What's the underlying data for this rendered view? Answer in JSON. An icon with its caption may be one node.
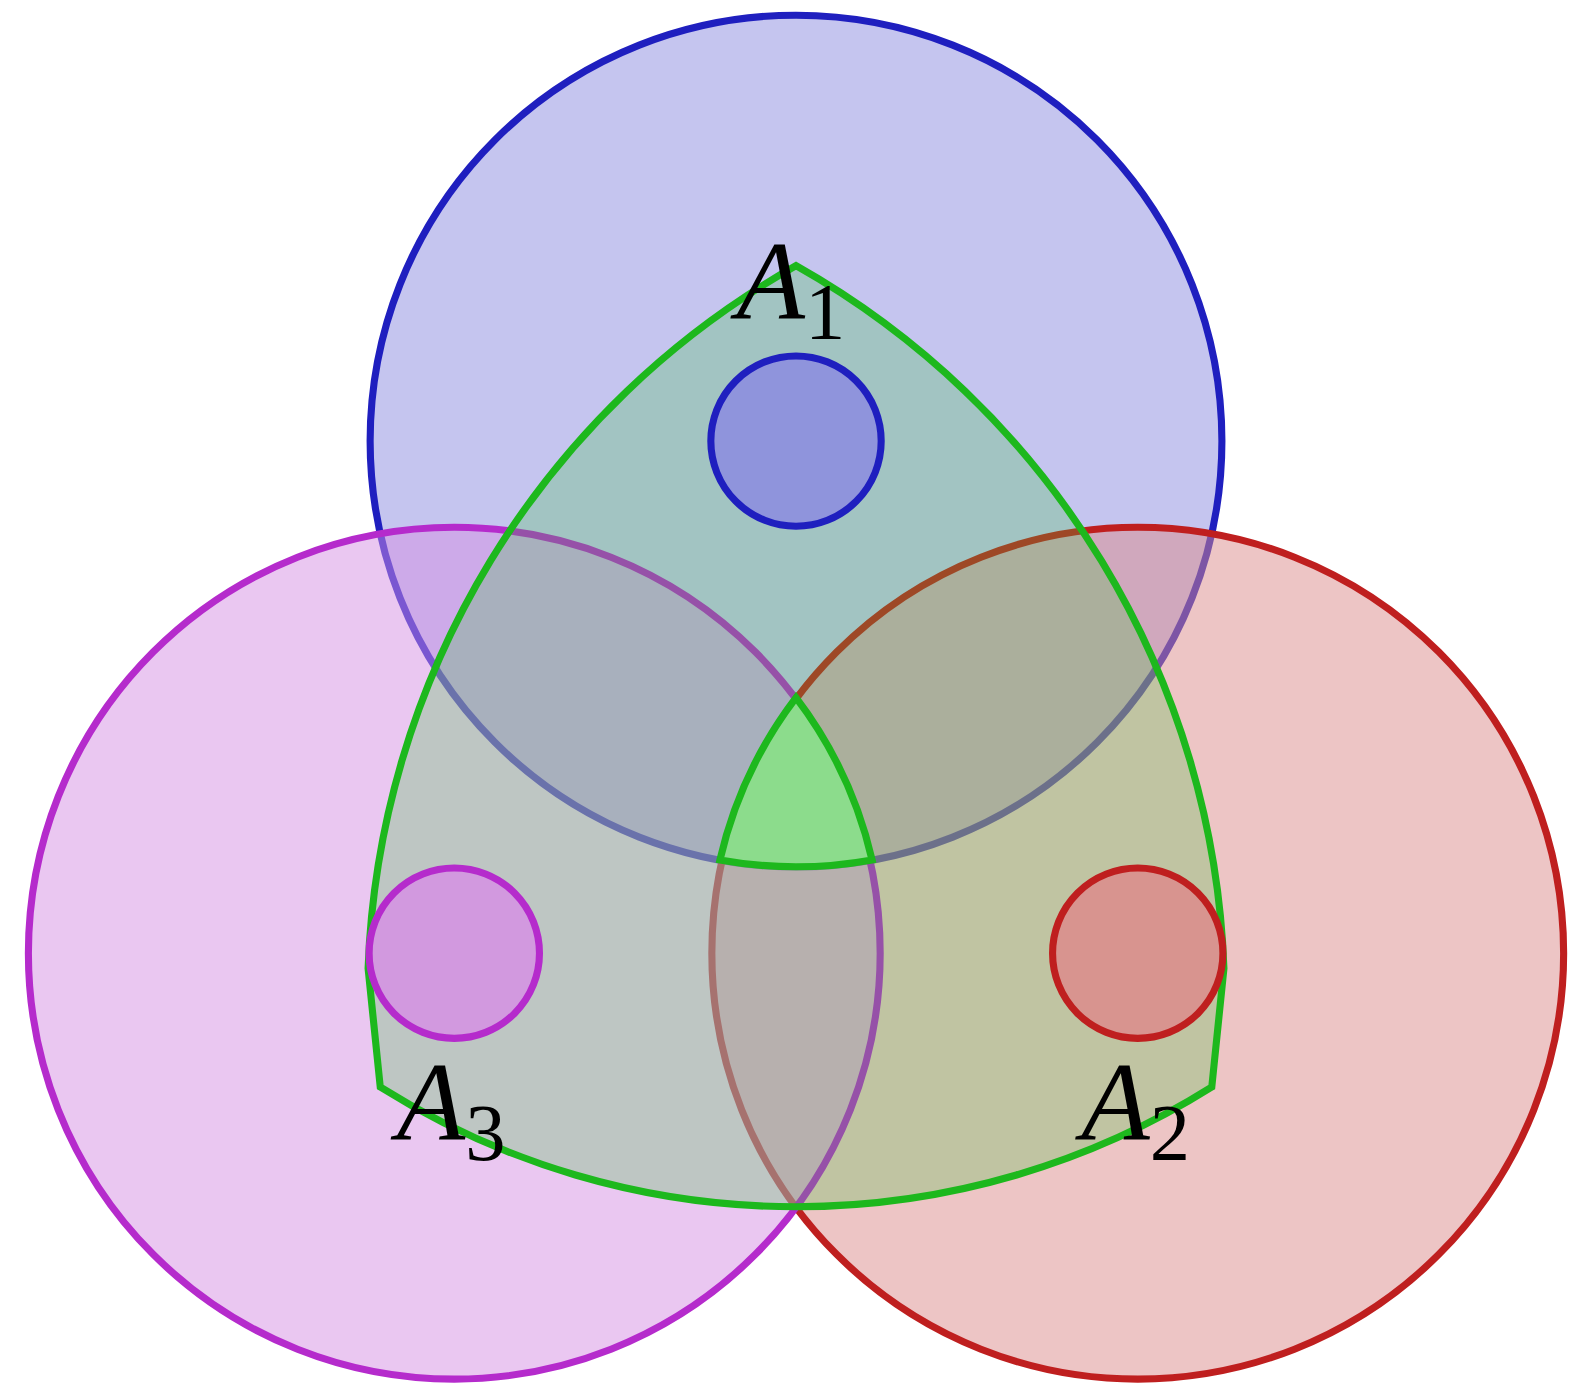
{
  "diagram": {
    "labels": [
      "*A*$_{1}$",
      "*A*$_{3}$",
      "*A*$_{2}$"
    ]
  }
}
